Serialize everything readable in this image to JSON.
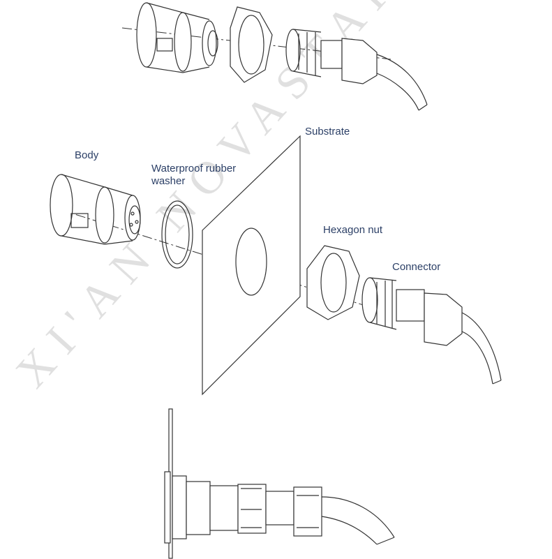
{
  "labels": {
    "substrate": "Substrate",
    "body": "Body",
    "washer_line1": "Waterproof rubber",
    "washer_line2": "washer",
    "hexagon_nut": "Hexagon nut",
    "connector": "Connector"
  },
  "watermark": "XI'AN NOVASTAR TECH CO",
  "colors": {
    "label": "#2b3f66",
    "line": "#333333",
    "watermark": "#d9d9d9"
  }
}
